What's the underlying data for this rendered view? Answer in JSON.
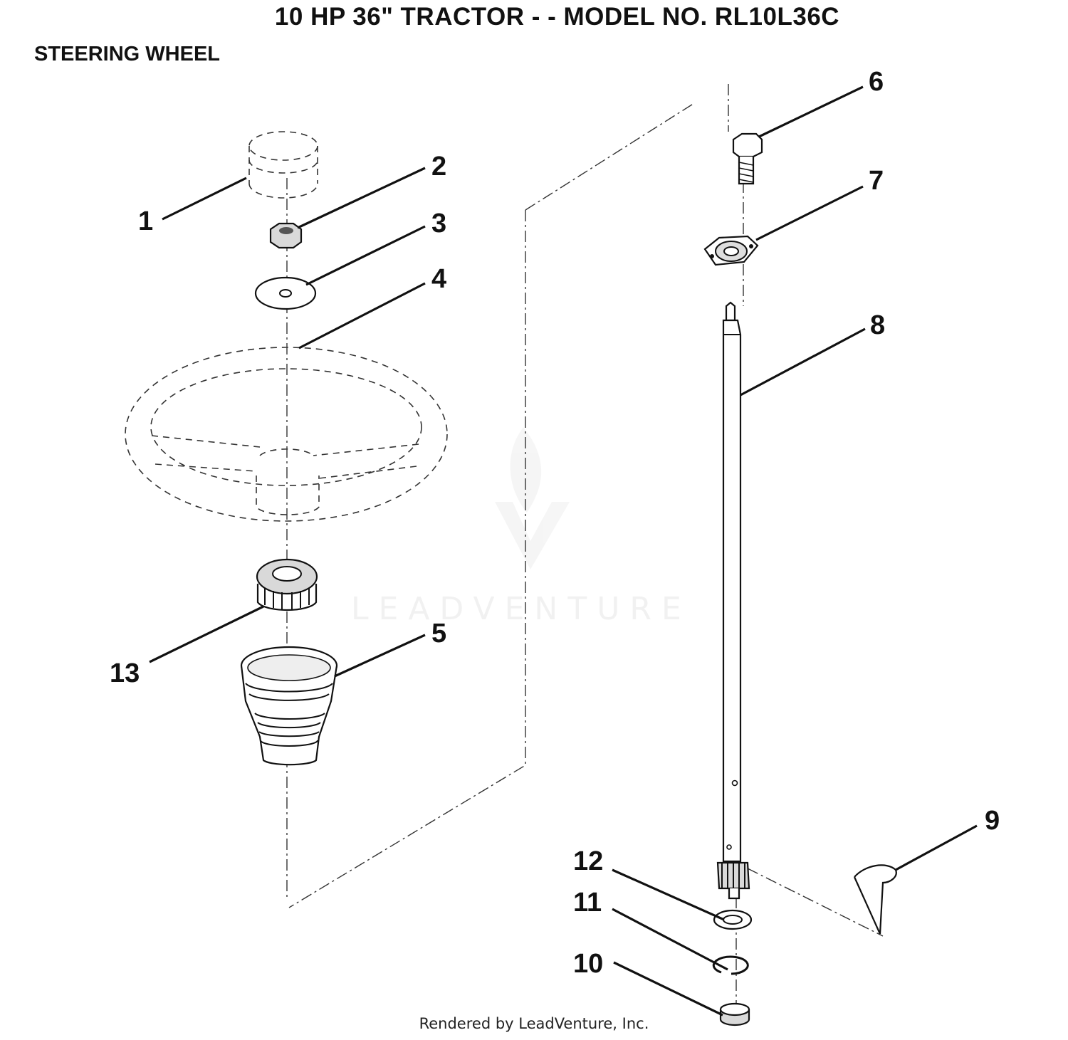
{
  "header": {
    "title": "10 HP 36\" TRACTOR - - MODEL NO. RL10L36C",
    "subtitle": "STEERING WHEEL"
  },
  "callouts": {
    "c1": "1",
    "c2": "2",
    "c3": "3",
    "c4": "4",
    "c5": "5",
    "c6": "6",
    "c7": "7",
    "c8": "8",
    "c9": "9",
    "c10": "10",
    "c11": "11",
    "c12": "12",
    "c13": "13"
  },
  "watermark": {
    "text": "LEADVENTURE"
  },
  "footer": {
    "text": "Rendered by LeadVenture, Inc."
  }
}
